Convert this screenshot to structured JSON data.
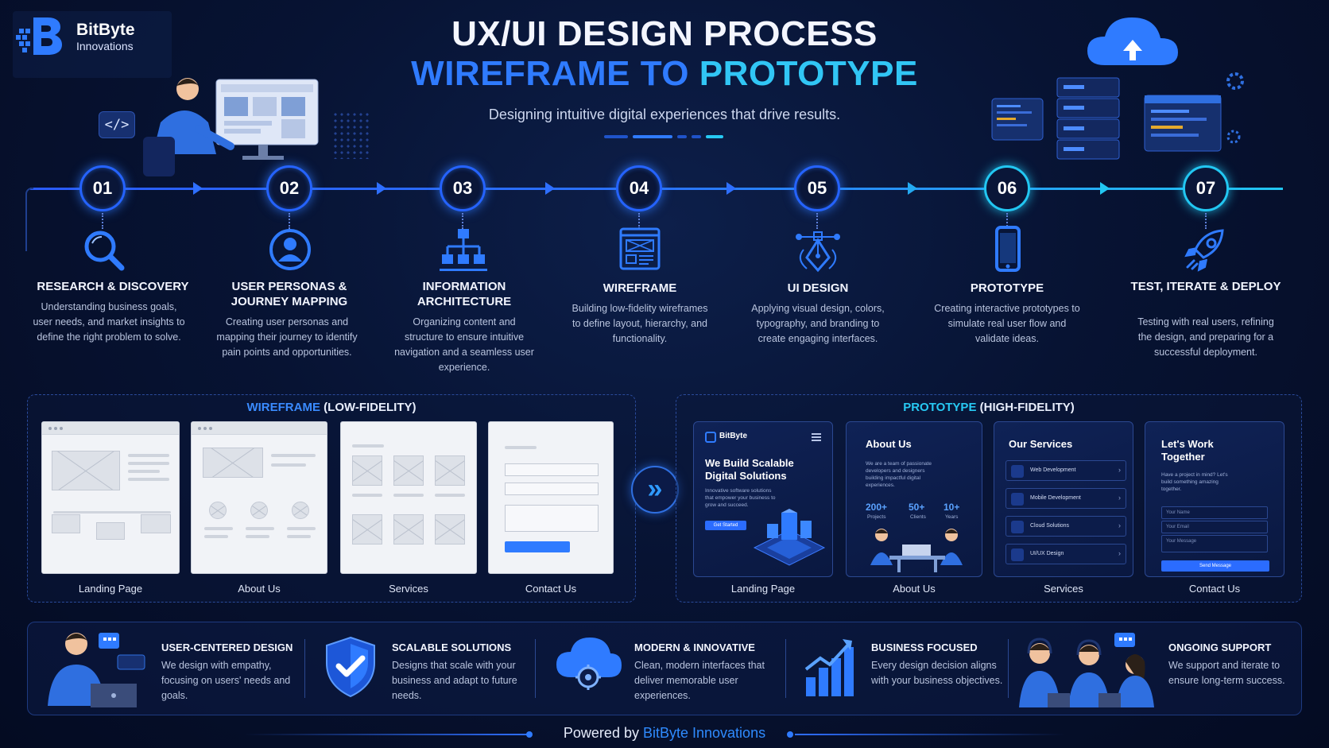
{
  "brand": {
    "name": "BitByte",
    "subtitle": "Innovations"
  },
  "header": {
    "title_line1": "UX/UI DESIGN PROCESS",
    "title_line2_a": "WIREFRAME TO",
    "title_line2_b": "PROTOTYPE",
    "tagline": "Designing intuitive digital experiences that drive results.",
    "code_tag": "</>"
  },
  "steps": [
    {
      "num": "01",
      "title": "RESEARCH & DISCOVERY",
      "desc": "Understanding business goals, user needs, and market insights to define the right problem to solve.",
      "icon": "magnifier-icon"
    },
    {
      "num": "02",
      "title": "USER PERSONAS & JOURNEY MAPPING",
      "desc": "Creating user personas and mapping their journey to identify pain points and opportunities.",
      "icon": "user-icon"
    },
    {
      "num": "03",
      "title": "INFORMATION ARCHITECTURE",
      "desc": "Organizing content and structure to ensure intuitive navigation and a seamless user experience.",
      "icon": "sitemap-icon"
    },
    {
      "num": "04",
      "title": "WIREFRAME",
      "desc": "Building low-fidelity wireframes to define layout, hierarchy, and functionality.",
      "icon": "wireframe-icon"
    },
    {
      "num": "05",
      "title": "UI DESIGN",
      "desc": "Applying visual design, colors, typography, and branding to create engaging interfaces.",
      "icon": "pen-tool-icon"
    },
    {
      "num": "06",
      "title": "PROTOTYPE",
      "desc": "Creating interactive prototypes to simulate real user flow and validate ideas.",
      "icon": "smartphone-icon"
    },
    {
      "num": "07",
      "title": "TEST, ITERATE & DEPLOY",
      "desc": "Testing with real users, refining the design, and preparing for a successful deployment.",
      "icon": "rocket-icon"
    }
  ],
  "wireframe": {
    "title_hl": "WIREFRAME",
    "title_rest": "(LOW-FIDELITY)",
    "cards": [
      "Landing Page",
      "About Us",
      "Services",
      "Contact Us"
    ]
  },
  "prototype": {
    "title_hl": "PROTOTYPE",
    "title_rest": "(HIGH-FIDELITY)",
    "cards": [
      "Landing Page",
      "About Us",
      "Services",
      "Contact Us"
    ],
    "landing": {
      "brand": "BitByte",
      "heading": "We Build Scalable Digital Solutions",
      "body": "Innovative software solutions that empower your business to grow and succeed.",
      "cta": "Get Started"
    },
    "about": {
      "heading": "About Us",
      "body": "We are a team of passionate developers and designers building impactful digital experiences.",
      "stats": [
        {
          "value": "200+",
          "label": "Projects"
        },
        {
          "value": "50+",
          "label": "Clients"
        },
        {
          "value": "10+",
          "label": "Years"
        }
      ]
    },
    "services": {
      "heading": "Our Services",
      "items": [
        "Web Development",
        "Mobile Development",
        "Cloud Solutions",
        "UI/UX Design"
      ]
    },
    "contact": {
      "heading": "Let's Work Together",
      "body": "Have a project in mind? Let's build something amazing together.",
      "fields": [
        "Your Name",
        "Your Email",
        "Your Message"
      ],
      "submit": "Send Message"
    }
  },
  "features": [
    {
      "title": "USER-CENTERED DESIGN",
      "desc": "We design with empathy, focusing on users' needs and goals."
    },
    {
      "title": "SCALABLE SOLUTIONS",
      "desc": "Designs that scale with your business and adapt to future needs."
    },
    {
      "title": "MODERN & INNOVATIVE",
      "desc": "Clean, modern interfaces that deliver memorable user experiences."
    },
    {
      "title": "BUSINESS FOCUSED",
      "desc": "Every design decision aligns with your business objectives."
    },
    {
      "title": "ONGOING SUPPORT",
      "desc": "We support and iterate to ensure long-term success."
    }
  ],
  "footer": {
    "prefix": "Powered by",
    "brand": "BitByte Innovations"
  }
}
